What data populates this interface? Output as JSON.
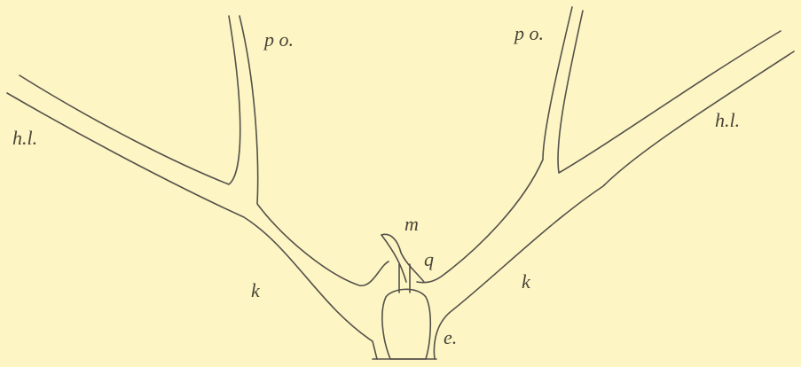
{
  "figure": {
    "background": "#fdf6c4",
    "line_color": "#55504a",
    "labels": {
      "po_left": "p o.",
      "po_right": "p o.",
      "hl_left": "h.l.",
      "hl_right": "h.l.",
      "m": "m",
      "q": "q",
      "k_left": "k",
      "k_right": "k",
      "e": "e."
    }
  }
}
